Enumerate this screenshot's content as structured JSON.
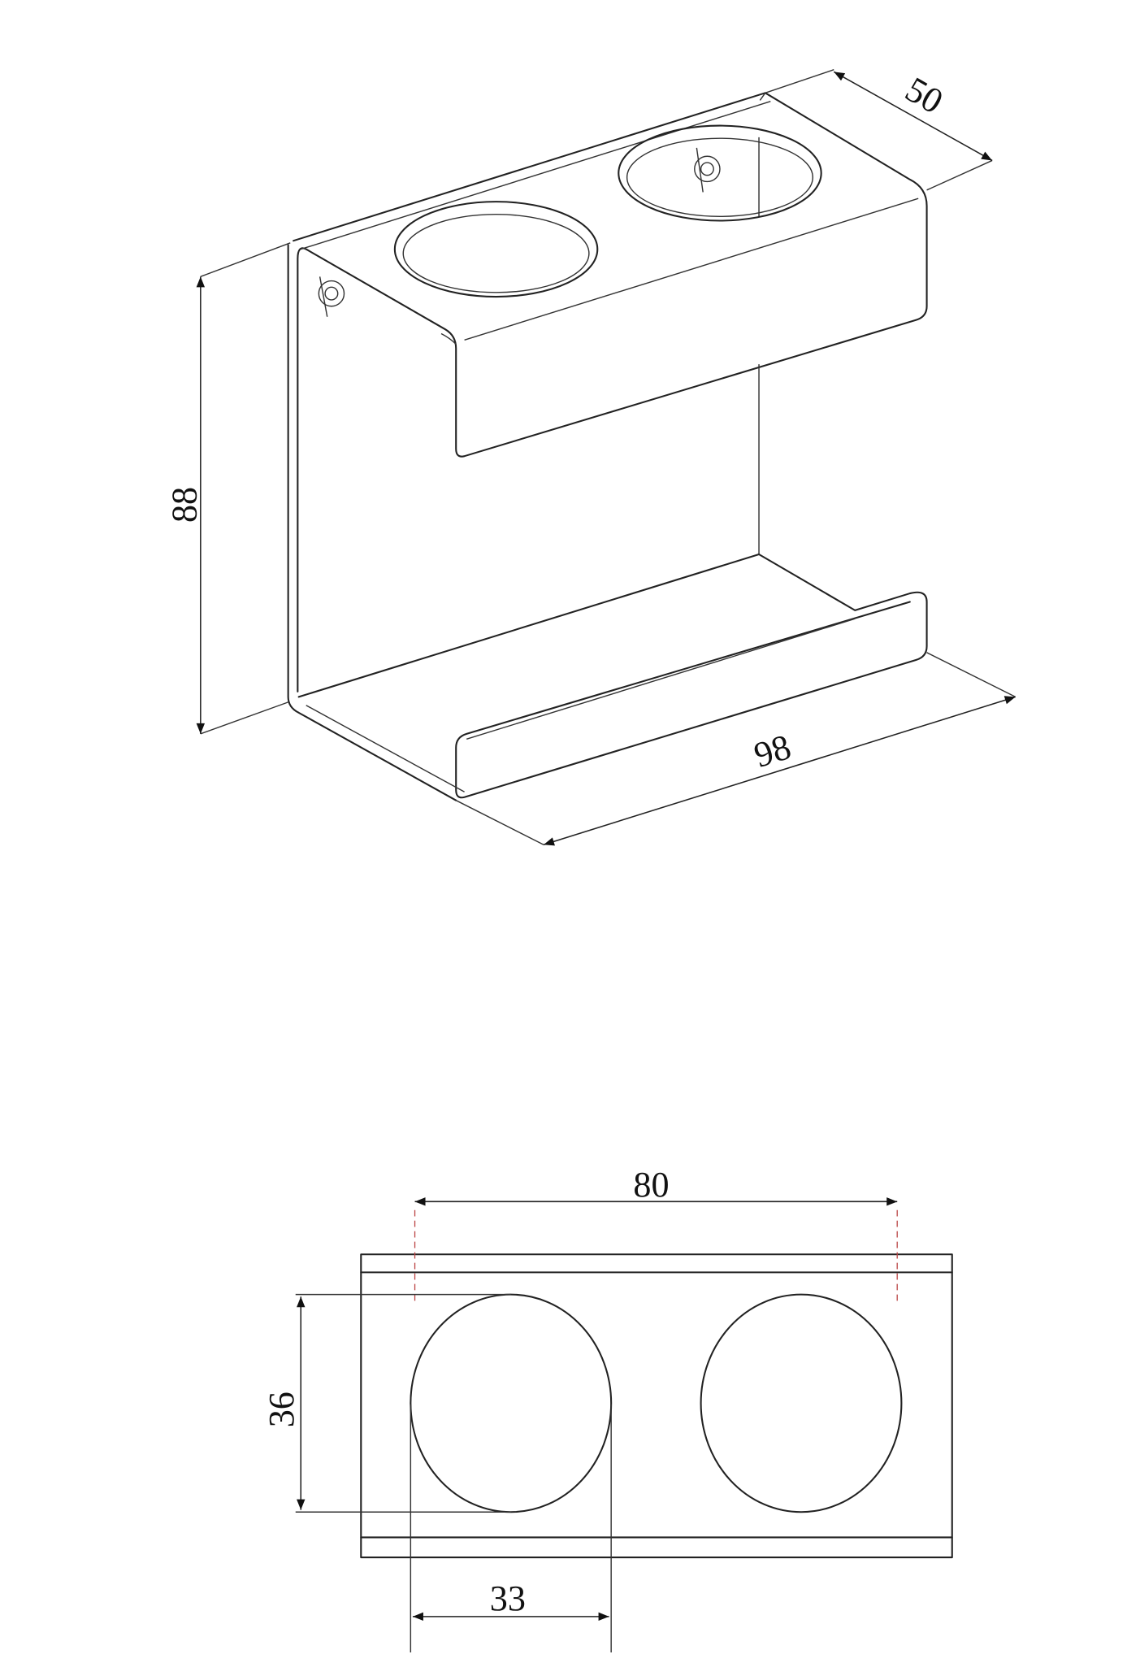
{
  "isometric_view": {
    "dimensions": {
      "depth": "50",
      "height": "88",
      "width": "98"
    }
  },
  "top_view": {
    "dimensions": {
      "hole_spacing": "80",
      "hole_height": "36",
      "hole_width": "33"
    }
  }
}
